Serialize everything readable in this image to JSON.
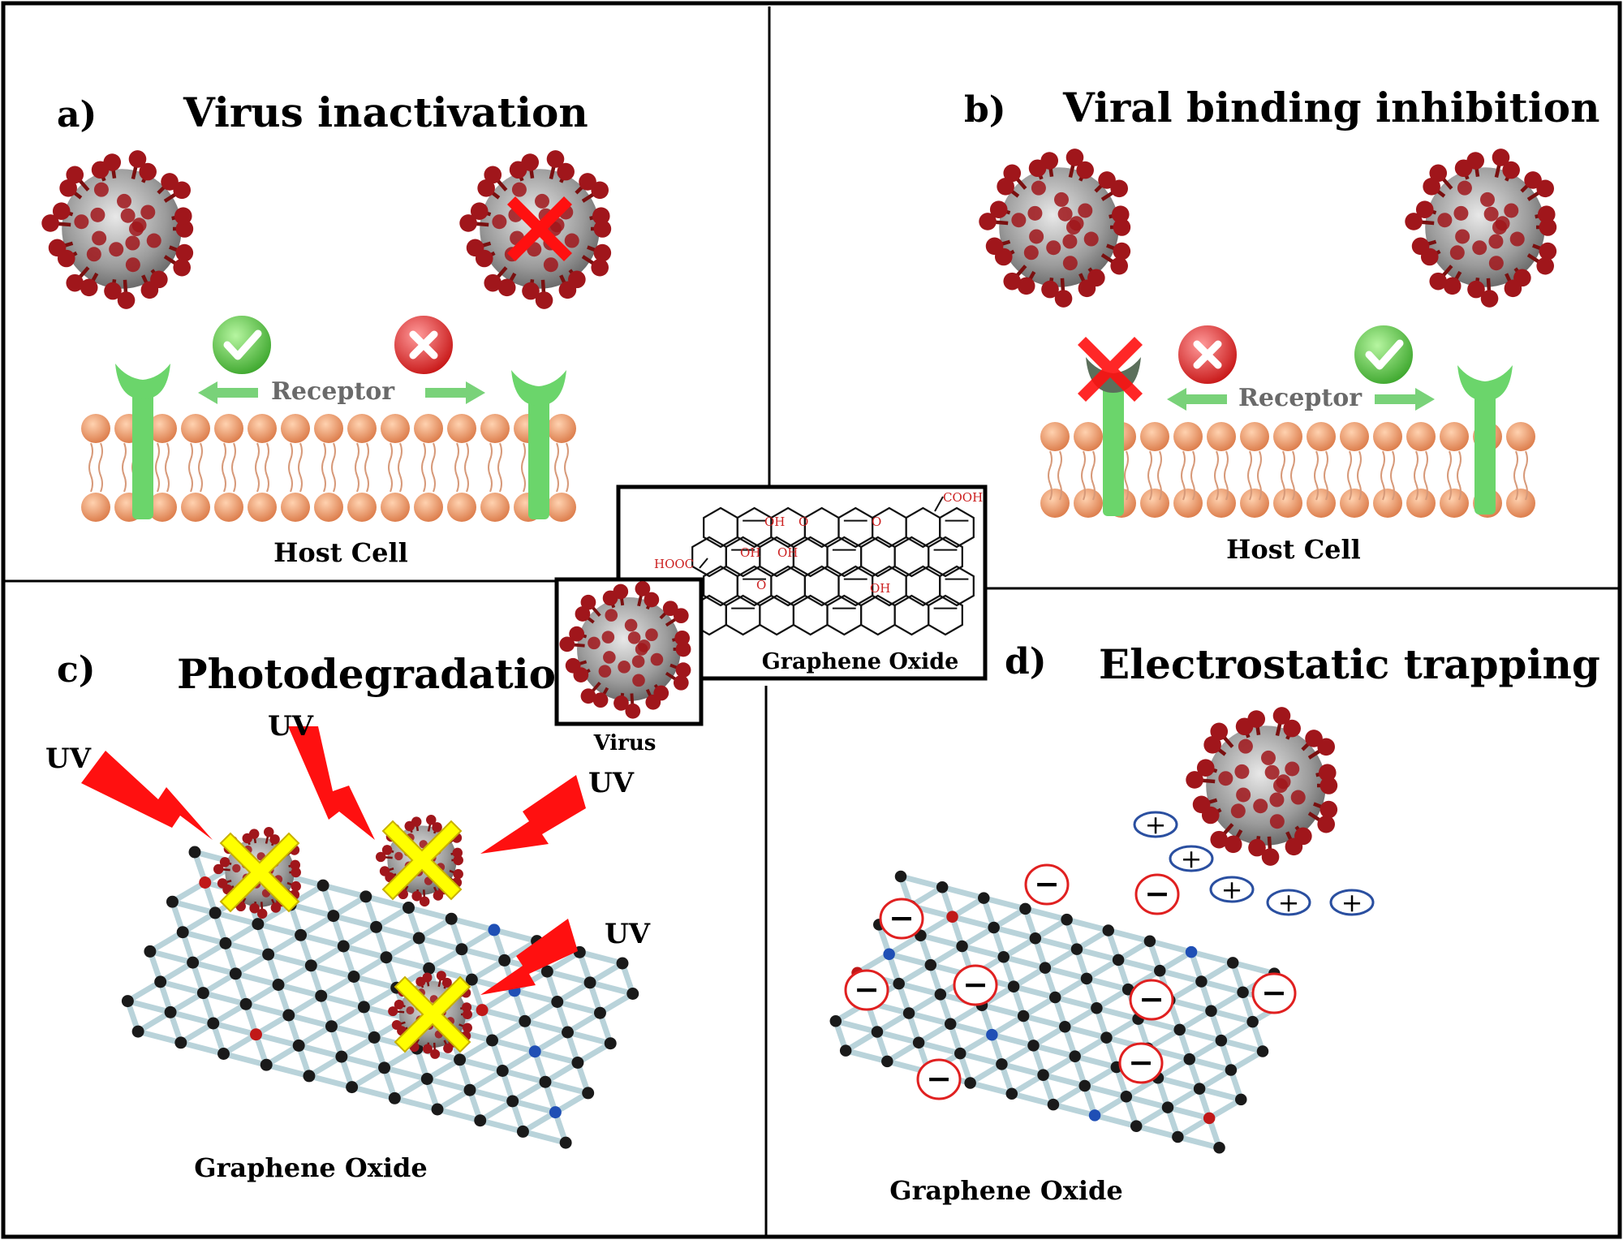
{
  "panels": {
    "a": {
      "letter": "a)",
      "title": "Virus inactivation",
      "receptor": "Receptor",
      "cell": "Host Cell"
    },
    "b": {
      "letter": "b)",
      "title": "Viral binding inhibition",
      "receptor": "Receptor",
      "cell": "Host Cell"
    },
    "c": {
      "letter": "c)",
      "title": "Photodegradation",
      "uv": "UV",
      "substrate": "Graphene Oxide"
    },
    "d": {
      "letter": "d)",
      "title": "Electrostatic trapping",
      "substrate": "Graphene Oxide",
      "plus": "+",
      "minus": "−"
    }
  },
  "center": {
    "graphene_label": "Graphene Oxide",
    "virus_label": "Virus",
    "groups": {
      "cooh": "COOH",
      "hooc": "HOOC",
      "oh": "OH",
      "o": "O"
    }
  },
  "colors": {
    "virus_red": "#a0161b",
    "virus_grey": "#9b9b9b",
    "cross_red": "#ff1010",
    "cross_yellow": "#ffff00",
    "receptor_green": "#6bd56b",
    "lipid_orange": "#e89060",
    "uv_red": "#ff1010",
    "plus_blue": "#2a4fa0",
    "minus_red": "#e02020",
    "formula_red": "#cc2020"
  },
  "icons": [
    "virus-icon",
    "checkmark-icon",
    "reject-icon",
    "cross-mark-icon",
    "lightning-icon",
    "graphene-sheet-icon"
  ]
}
